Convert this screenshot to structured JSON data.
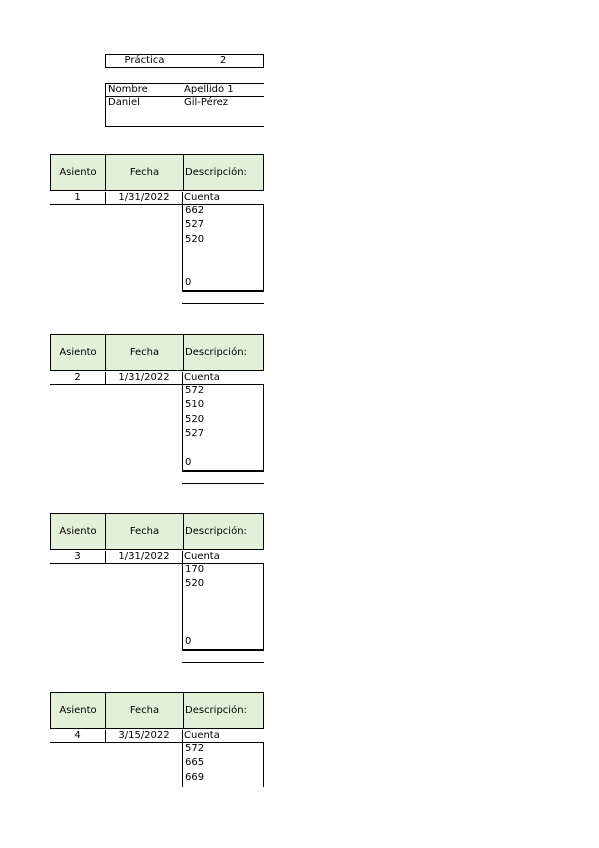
{
  "practica": {
    "label": "Práctica",
    "value": "2"
  },
  "student": {
    "header_name": "Nombre",
    "header_surname": "Apellido 1",
    "name": "Daniel",
    "surname": "Gil-Pérez"
  },
  "column_headers": {
    "asiento": "Asiento",
    "fecha": "Fecha",
    "descripcion": "Descripción:",
    "cuenta": "Cuenta"
  },
  "entries": [
    {
      "asiento": "1",
      "fecha": "1/31/2022",
      "accounts": [
        "662",
        "527",
        "520"
      ],
      "total": "0"
    },
    {
      "asiento": "2",
      "fecha": "1/31/2022",
      "accounts": [
        "572",
        "510",
        "520",
        "527"
      ],
      "total": "0"
    },
    {
      "asiento": "3",
      "fecha": "1/31/2022",
      "accounts": [
        "170",
        "520"
      ],
      "total": "0"
    },
    {
      "asiento": "4",
      "fecha": "3/15/2022",
      "accounts": [
        "572",
        "665",
        "669"
      ]
    }
  ]
}
